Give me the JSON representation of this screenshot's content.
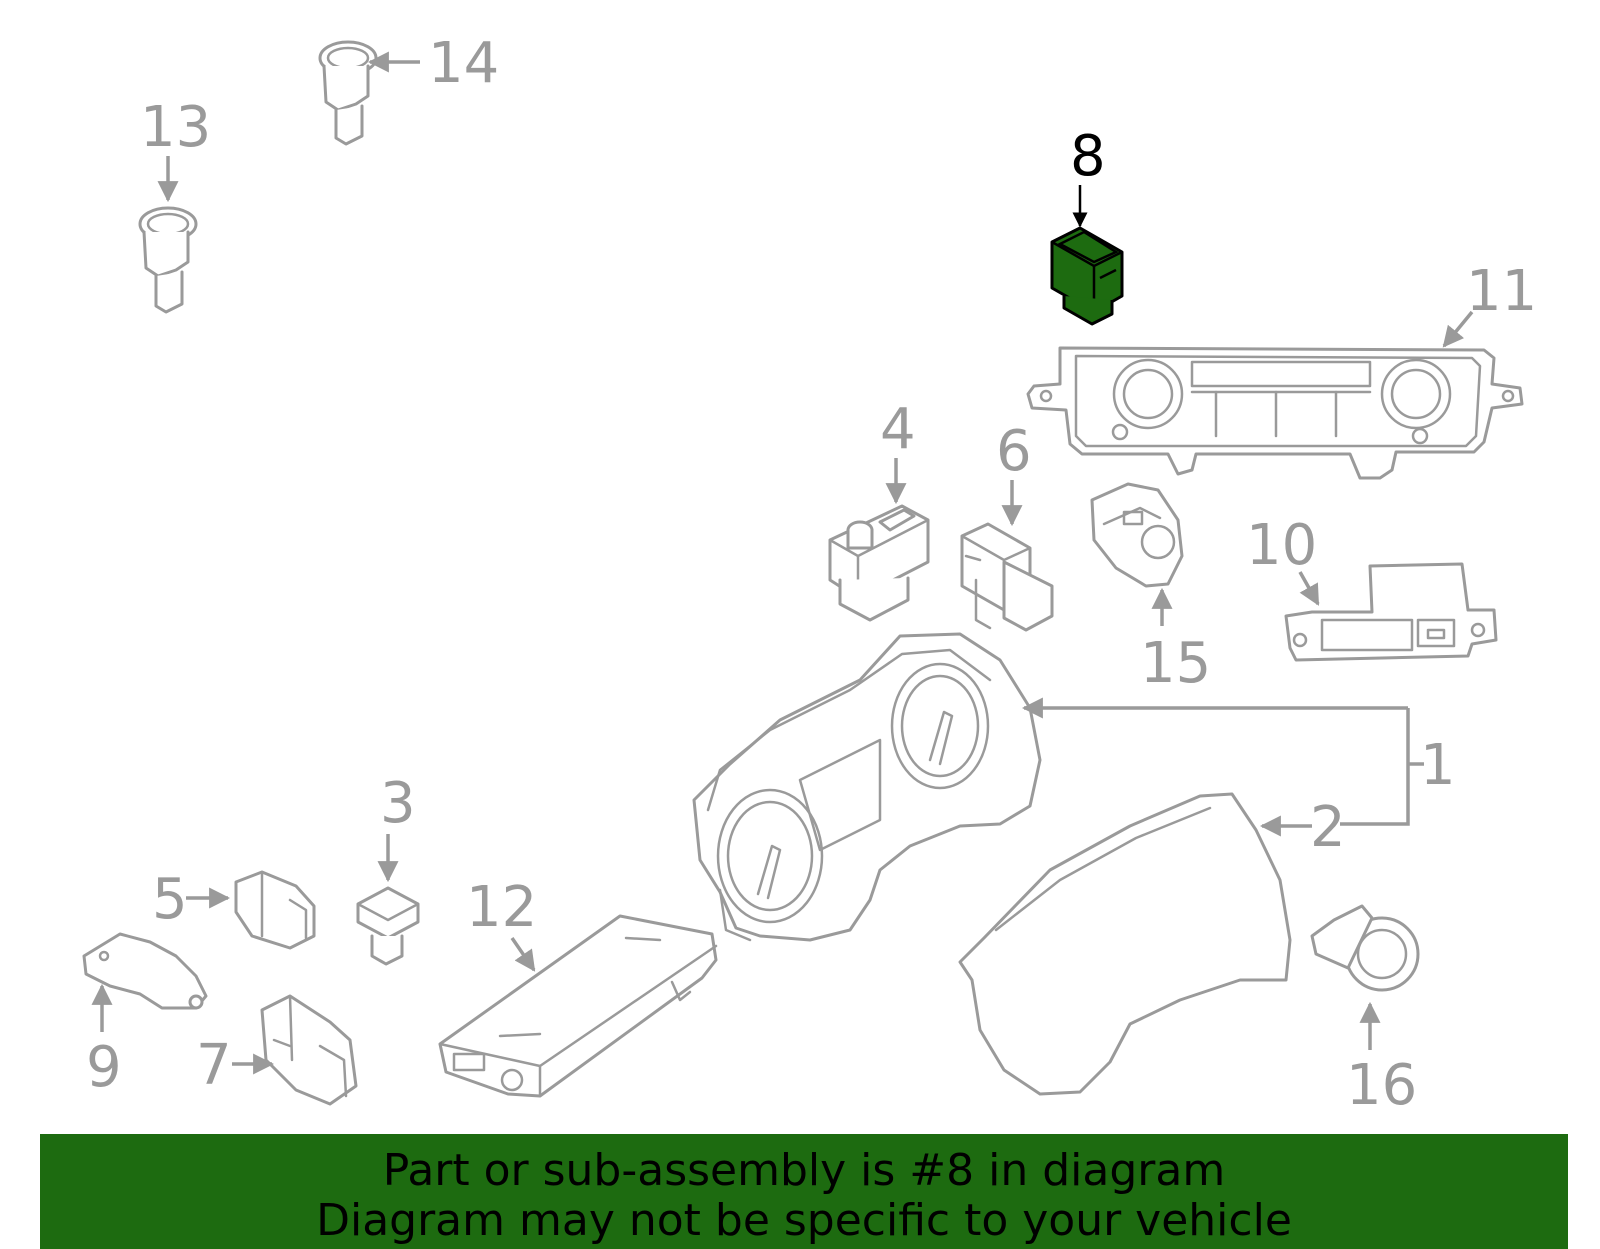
{
  "callouts": {
    "c1": "1",
    "c2": "2",
    "c3": "3",
    "c4": "4",
    "c5": "5",
    "c6": "6",
    "c7": "7",
    "c8": "8",
    "c9": "9",
    "c10": "10",
    "c11": "11",
    "c12": "12",
    "c13": "13",
    "c14": "14",
    "c15": "15",
    "c16": "16"
  },
  "highlighted_part": "8",
  "colors": {
    "highlight": "#1d6b10",
    "line": "#9a9a9a",
    "banner": "#1d6b10"
  },
  "banner": {
    "line1": "Part or sub-assembly is #8 in diagram",
    "line2": "Diagram may not be specific to your vehicle"
  }
}
